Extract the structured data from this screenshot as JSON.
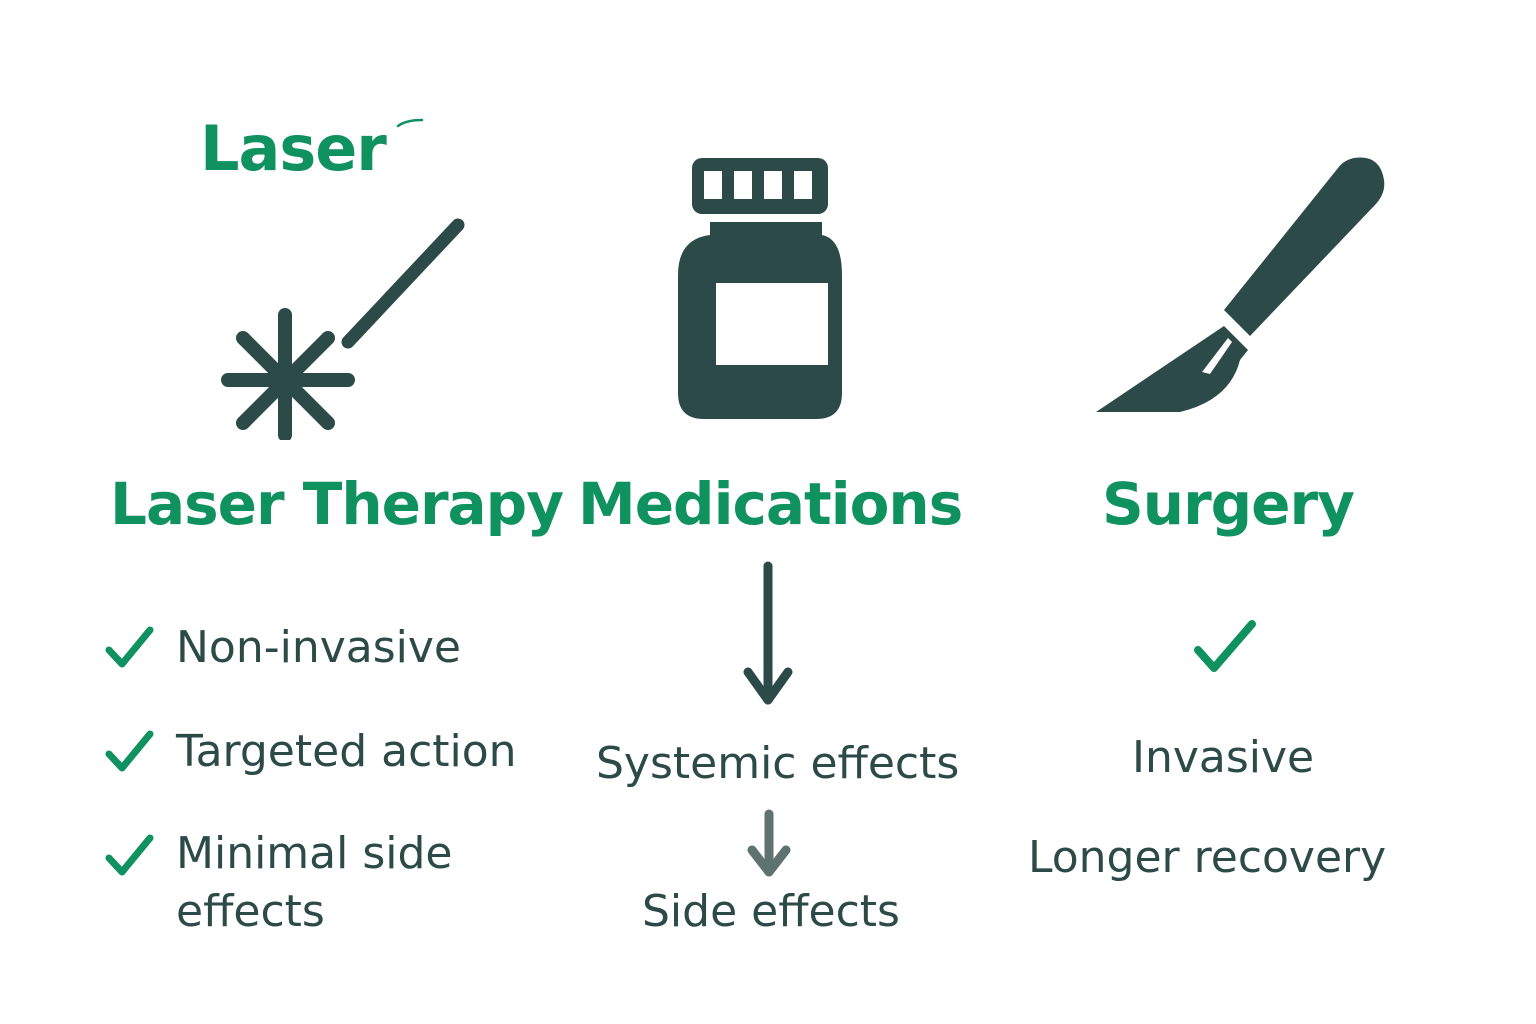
{
  "top_label": "Laser",
  "colors": {
    "accent_green": "#0f9160",
    "icon_dark": "#2c4a47",
    "arrow_light": "#5e7370",
    "background": "#ffffff"
  },
  "columns": [
    {
      "heading": "Laser Therapy",
      "icon": "laser-icon",
      "items": [
        {
          "icon": "check-icon",
          "text": "Non-invasive"
        },
        {
          "icon": "check-icon",
          "text": "Targeted action"
        },
        {
          "icon": "check-icon",
          "text_line1": "Minimal side",
          "text_line2": "effects"
        }
      ]
    },
    {
      "heading": "Medications",
      "icon": "pill-bottle-icon",
      "flow": [
        {
          "icon": "arrow-down-icon"
        },
        {
          "text": "Systemic effects"
        },
        {
          "icon": "arrow-down-icon"
        },
        {
          "text": "Side effects"
        }
      ]
    },
    {
      "heading": "Surgery",
      "icon": "scalpel-icon",
      "items": [
        {
          "icon": "check-icon"
        },
        {
          "text": "Invasive"
        },
        {
          "text": "Longer recovery"
        }
      ]
    }
  ]
}
